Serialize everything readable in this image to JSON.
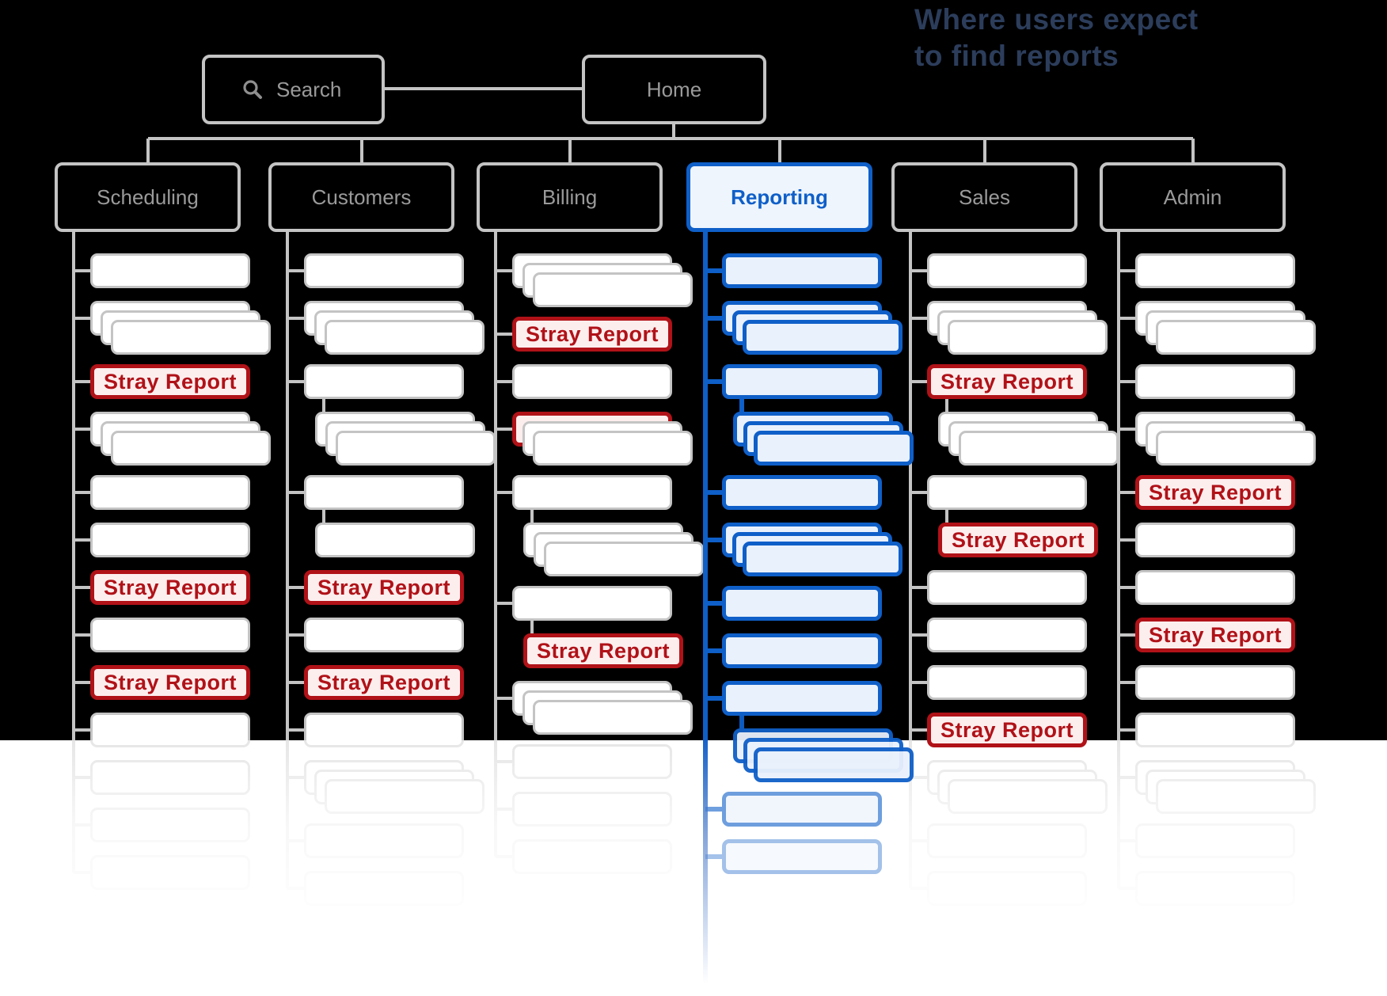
{
  "title": {
    "line1": "Where users expect",
    "line2": "to find reports"
  },
  "search": {
    "label": "Search",
    "icon": "magnifier-icon"
  },
  "home": {
    "label": "Home"
  },
  "labels": {
    "stray": "Stray Report"
  },
  "colors": {
    "gray": "#c4c4c4",
    "red": "#b01218",
    "red_fill": "#fdeeee",
    "blue": "#0f5fc8",
    "blue_fill": "#e9f1fc",
    "title": "#2c3d5b"
  },
  "columns": [
    {
      "id": "scheduling",
      "label": "Scheduling",
      "highlight": false,
      "items": [
        {
          "type": "page"
        },
        {
          "type": "stack"
        },
        {
          "type": "stray"
        },
        {
          "type": "stack"
        },
        {
          "type": "page"
        },
        {
          "type": "page"
        },
        {
          "type": "stray"
        },
        {
          "type": "page"
        },
        {
          "type": "stray"
        },
        {
          "type": "page"
        },
        {
          "type": "page"
        },
        {
          "type": "page"
        },
        {
          "type": "page"
        }
      ]
    },
    {
      "id": "customers",
      "label": "Customers",
      "highlight": false,
      "items": [
        {
          "type": "page"
        },
        {
          "type": "stack"
        },
        {
          "type": "page"
        },
        {
          "type": "stack",
          "indent": true
        },
        {
          "type": "page"
        },
        {
          "type": "page",
          "indent": true
        },
        {
          "type": "stray"
        },
        {
          "type": "page"
        },
        {
          "type": "stray"
        },
        {
          "type": "page"
        },
        {
          "type": "stack"
        },
        {
          "type": "page"
        },
        {
          "type": "page"
        }
      ]
    },
    {
      "id": "billing",
      "label": "Billing",
      "highlight": false,
      "items": [
        {
          "type": "stack"
        },
        {
          "type": "stray"
        },
        {
          "type": "page"
        },
        {
          "type": "stack",
          "red_back": true
        },
        {
          "type": "page"
        },
        {
          "type": "stack",
          "indent": true
        },
        {
          "type": "page"
        },
        {
          "type": "stray",
          "indent": true
        },
        {
          "type": "stack"
        },
        {
          "type": "page"
        },
        {
          "type": "page"
        },
        {
          "type": "page"
        }
      ]
    },
    {
      "id": "reporting",
      "label": "Reporting",
      "highlight": true,
      "items": [
        {
          "type": "page"
        },
        {
          "type": "stack"
        },
        {
          "type": "page"
        },
        {
          "type": "stack",
          "indent": true
        },
        {
          "type": "page"
        },
        {
          "type": "stack"
        },
        {
          "type": "page"
        },
        {
          "type": "page"
        },
        {
          "type": "page"
        },
        {
          "type": "stack",
          "indent": true
        },
        {
          "type": "page"
        },
        {
          "type": "page"
        }
      ]
    },
    {
      "id": "sales",
      "label": "Sales",
      "highlight": false,
      "items": [
        {
          "type": "page"
        },
        {
          "type": "stack"
        },
        {
          "type": "stray"
        },
        {
          "type": "stack",
          "indent": true
        },
        {
          "type": "page"
        },
        {
          "type": "stray",
          "indent": true
        },
        {
          "type": "page"
        },
        {
          "type": "page"
        },
        {
          "type": "page"
        },
        {
          "type": "stray",
          "vivid": true
        },
        {
          "type": "stack"
        },
        {
          "type": "page"
        },
        {
          "type": "page"
        }
      ]
    },
    {
      "id": "admin",
      "label": "Admin",
      "highlight": false,
      "items": [
        {
          "type": "page"
        },
        {
          "type": "stack"
        },
        {
          "type": "page"
        },
        {
          "type": "stack"
        },
        {
          "type": "stray"
        },
        {
          "type": "page"
        },
        {
          "type": "page"
        },
        {
          "type": "stray"
        },
        {
          "type": "page"
        },
        {
          "type": "page"
        },
        {
          "type": "stack"
        },
        {
          "type": "page"
        },
        {
          "type": "page"
        }
      ]
    }
  ]
}
